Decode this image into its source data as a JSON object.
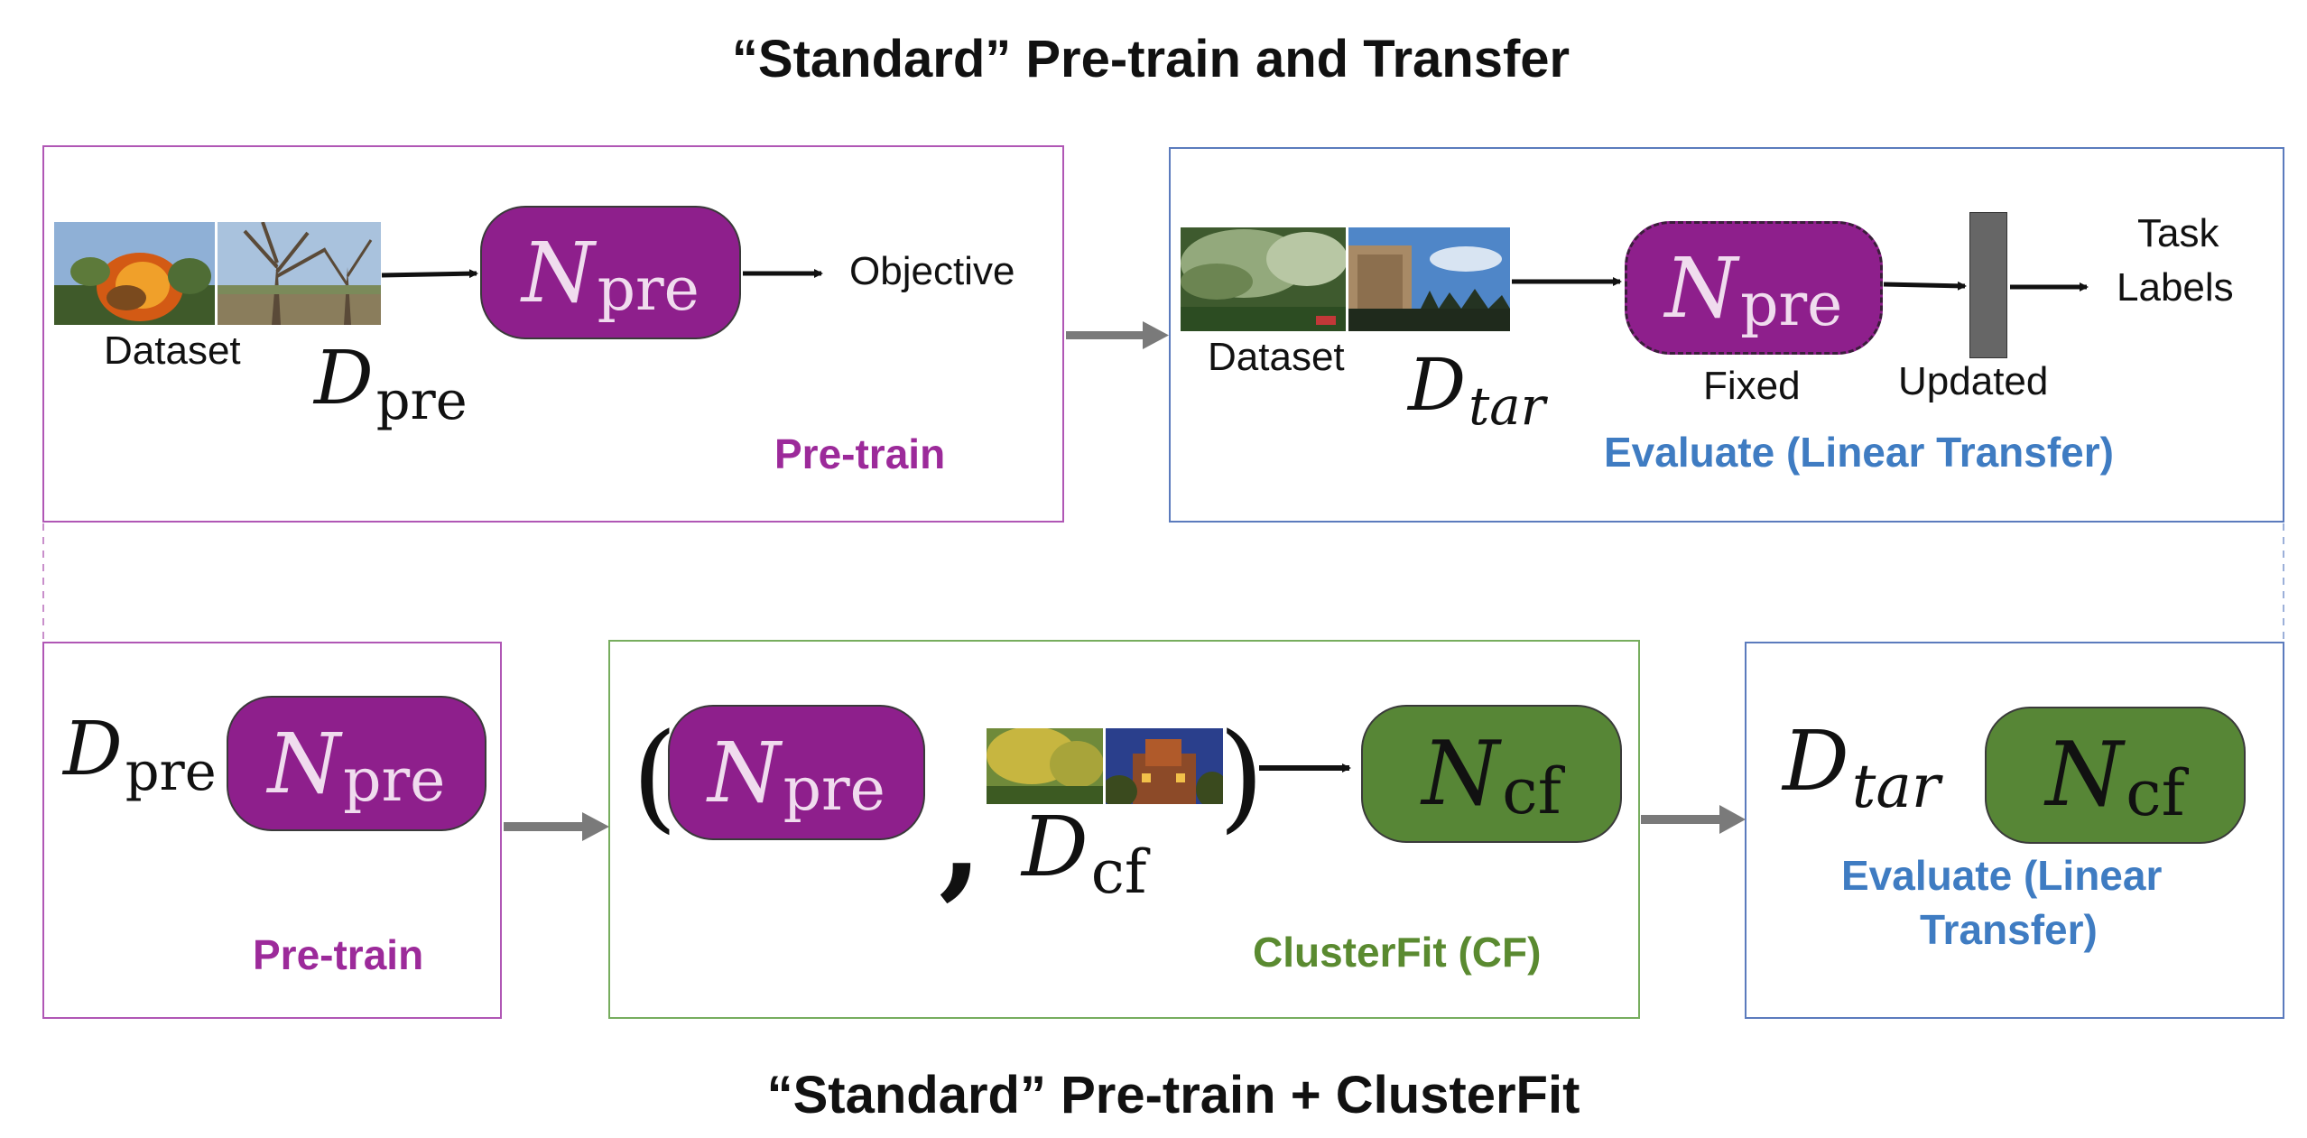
{
  "top_title": "“Standard” Pre-train and Transfer",
  "bottom_title": "“Standard” Pre-train + ClusterFit",
  "colors": {
    "pretrain": "#9c2a9a",
    "evaluate": "#3f7cc2",
    "clusterfit": "#5a8a30",
    "n_pre_fill": "#8e1f8c",
    "n_cf_fill": "#578636"
  },
  "top_pretrain": {
    "dataset_label": "Dataset",
    "d_pre": {
      "base": "D",
      "sub": "pre"
    },
    "n_pre": {
      "base": "N",
      "sub": "pre"
    },
    "objective_label": "Objective",
    "stage_label": "Pre-train"
  },
  "top_evaluate": {
    "dataset_label": "Dataset",
    "d_tar": {
      "base": "D",
      "sub": "tar"
    },
    "n_pre": {
      "base": "N",
      "sub": "pre"
    },
    "fixed_label": "Fixed",
    "updated_label": "Updated",
    "task_labels_line1": "Task",
    "task_labels_line2": "Labels",
    "stage_label": "Evaluate (Linear Transfer)"
  },
  "bottom_pretrain": {
    "d_pre": {
      "base": "D",
      "sub": "pre"
    },
    "n_pre": {
      "base": "N",
      "sub": "pre"
    },
    "stage_label": "Pre-train"
  },
  "bottom_clusterfit": {
    "open_paren": "(",
    "close_paren": ")",
    "comma": ",",
    "n_pre": {
      "base": "N",
      "sub": "pre"
    },
    "d_cf": {
      "base": "D",
      "sub": "cf"
    },
    "n_cf": {
      "base": "N",
      "sub": "cf"
    },
    "stage_label": "ClusterFit (CF)"
  },
  "bottom_evaluate": {
    "d_tar": {
      "base": "D",
      "sub": "tar"
    },
    "n_cf": {
      "base": "N",
      "sub": "cf"
    },
    "stage_label_line1": "Evaluate (Linear",
    "stage_label_line2": "Transfer)"
  }
}
